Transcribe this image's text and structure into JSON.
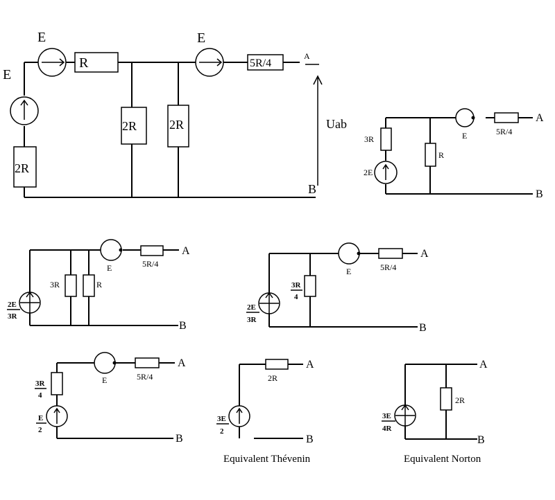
{
  "colors": {
    "ink": "#000000",
    "background": "#ffffff"
  },
  "c1": {
    "label_E_left": "E",
    "label_E_top1": "E",
    "label_E_top2": "E",
    "label_R": "R",
    "label_5R4": "5R/4",
    "label_2R_left": "2R",
    "label_2R_mid": "2R",
    "label_2R_right": "2R",
    "label_A": "A",
    "label_B": "B",
    "label_Uab": "Uab"
  },
  "c2": {
    "label_3R": "3R",
    "label_2E": "2E",
    "label_R": "R",
    "label_E": "E",
    "label_5R4": "5R/4",
    "label_A": "A",
    "label_B": "B"
  },
  "c3": {
    "src_num": "2E",
    "src_den": "3R",
    "label_3R": "3R",
    "label_R": "R",
    "label_E": "E",
    "label_5R4": "5R/4",
    "label_A": "A",
    "label_B": "B"
  },
  "c4": {
    "src_num": "2E",
    "src_den": "3R",
    "res_num": "3R",
    "res_den": "4",
    "label_E": "E",
    "label_5R4": "5R/4",
    "label_A": "A",
    "label_B": "B"
  },
  "c5": {
    "res_num": "3R",
    "res_den": "4",
    "src_num": "E",
    "src_den": "2",
    "label_E": "E",
    "label_5R4": "5R/4",
    "label_A": "A",
    "label_B": "B"
  },
  "c6": {
    "src_num": "3E",
    "src_den": "2",
    "label_2R": "2R",
    "label_A": "A",
    "label_B": "B",
    "caption": "Equivalent Thévenin"
  },
  "c7": {
    "src_num": "3E",
    "src_den": "4R",
    "label_2R": "2R",
    "label_A": "A",
    "label_B": "B",
    "caption": "Equivalent Norton"
  }
}
